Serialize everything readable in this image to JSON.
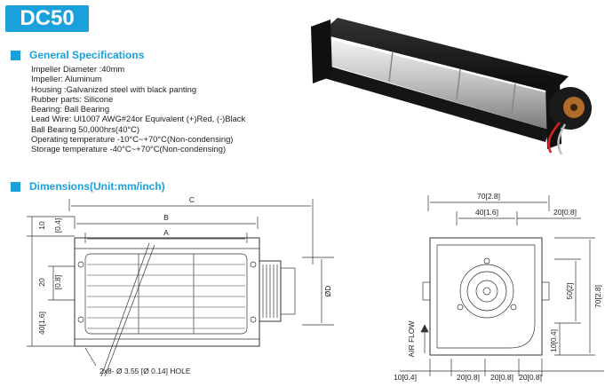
{
  "model": "DC50",
  "general": {
    "title": "General Specifications",
    "lines": [
      "Impeller Diameter :40mm",
      "Impeller: Aluminum",
      "Housing :Galvanized steel with black panting",
      "Rubber parts: Silicone",
      "Bearing: Ball Bearing",
      "Lead Wire: Ul1007 AWG#24or Equivalent (+)Red, (-)Black",
      "Ball Bearing 50,000hrs(40°C)",
      "Operating temperature  -10°C~+70°C(Non-condensing)",
      "Storage temperature  -40°C~+70°C(Non-condensing)"
    ]
  },
  "dimensions": {
    "title": "Dimensions(Unit:mm/inch)",
    "front": {
      "c": "C",
      "b": "B",
      "a": "A",
      "top_mm": "10",
      "top_in": "[0.4]",
      "mid_mm": "20",
      "mid_in": "[0.8]",
      "low_mm": "40",
      "low_in": "[1.6]",
      "diameter": "ØD",
      "hole_note": "2x8- Ø 3.55 [Ø 0.14]  HOLE"
    },
    "side": {
      "w70": "70[2.8]",
      "w40": "40[1.6]",
      "w20_top": "20[0.8]",
      "h50": "50[2]",
      "h70": "70[2.8]",
      "h10": "10[0.4]",
      "b10": "10[0.4]",
      "b20a": "20[0.8]",
      "b20b": "20[0.8]",
      "b20c": "20[0.8]",
      "air_flow": "AIR FLOW"
    }
  },
  "colors": {
    "accent": "#1aa0db"
  }
}
